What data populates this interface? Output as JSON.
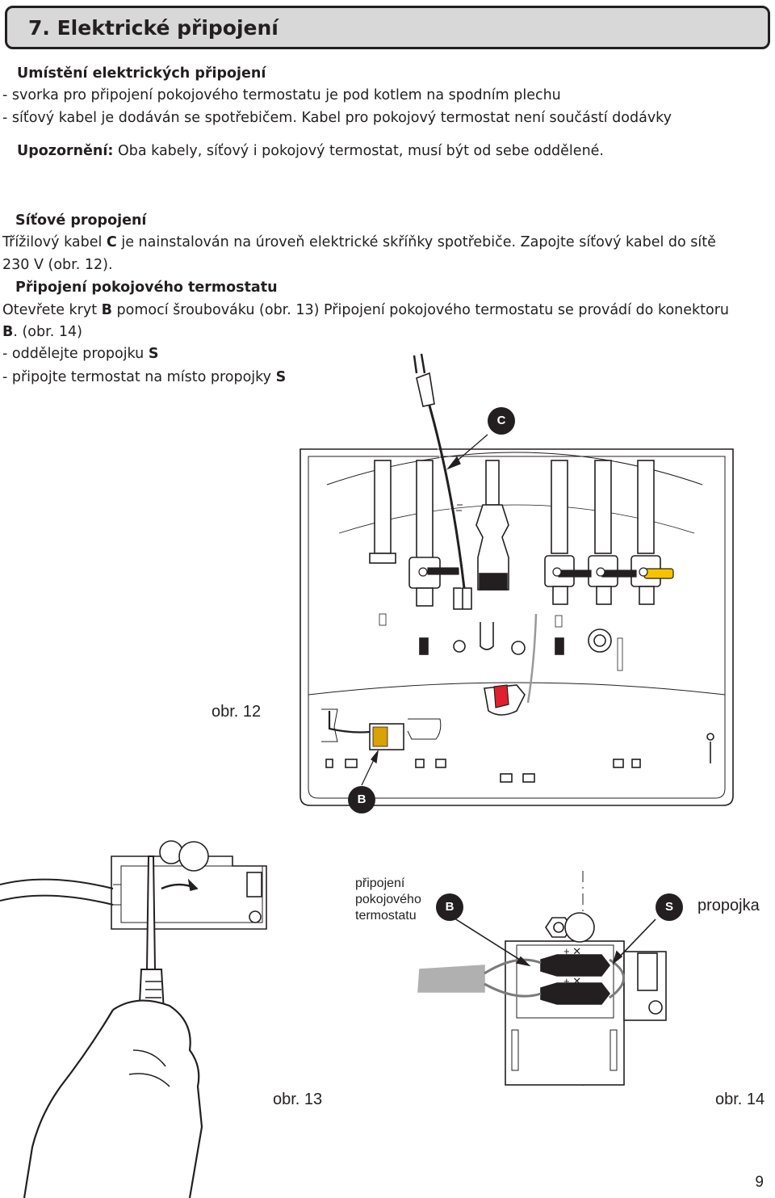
{
  "header": {
    "title": "7. Elektrické připojení"
  },
  "section1": {
    "heading": "Umístění elektrických připojení",
    "line1": "- svorka pro připojení pokojového termostatu je pod kotlem na spodním plechu",
    "line2": "- síťový kabel je dodáván se spotřebičem. Kabel pro pokojový termostat není součástí dodávky",
    "warning_label": "Upozornění:",
    "warning_text": " Oba kabely, síťový i pokojový termostat, musí být od sebe oddělené."
  },
  "section2": {
    "heading": "Síťové propojení",
    "line1_a": "Třížilový kabel ",
    "line1_b": "C",
    "line1_c": " je nainstalován na úroveň elektrické skříňky spotřebiče. Zapojte síťový kabel do sítě",
    "line2": "230 V (obr. 12)."
  },
  "section3": {
    "heading": "Připojení pokojového termostatu",
    "line1_a": "Otevřete kryt ",
    "line1_b": "B",
    "line1_c": " pomocí šroubováku (obr. 13) Připojení pokojového termostatu se provádí do konektoru",
    "line2_a": "B",
    "line2_b": ". (obr. 14)",
    "bullet1_a": "- oddělejte propojku ",
    "bullet1_b": "S",
    "bullet2_a": "- připojte termostat na místo propojky ",
    "bullet2_b": "S"
  },
  "figures": {
    "label_c": "C",
    "label_b": "B",
    "label_b2": "B",
    "label_s": "S",
    "caption_12": "obr. 12",
    "caption_13": "obr. 13",
    "caption_14": "obr. 14",
    "thermostat_l1": "připojení",
    "thermostat_l2": "pokojového",
    "thermostat_l3": "termostatu",
    "jumper": "propojka"
  },
  "page_number": "9",
  "colors": {
    "valve_yellow": "#f5c400",
    "valve_red": "#e0202e",
    "header_bg": "#d8d8d8"
  }
}
